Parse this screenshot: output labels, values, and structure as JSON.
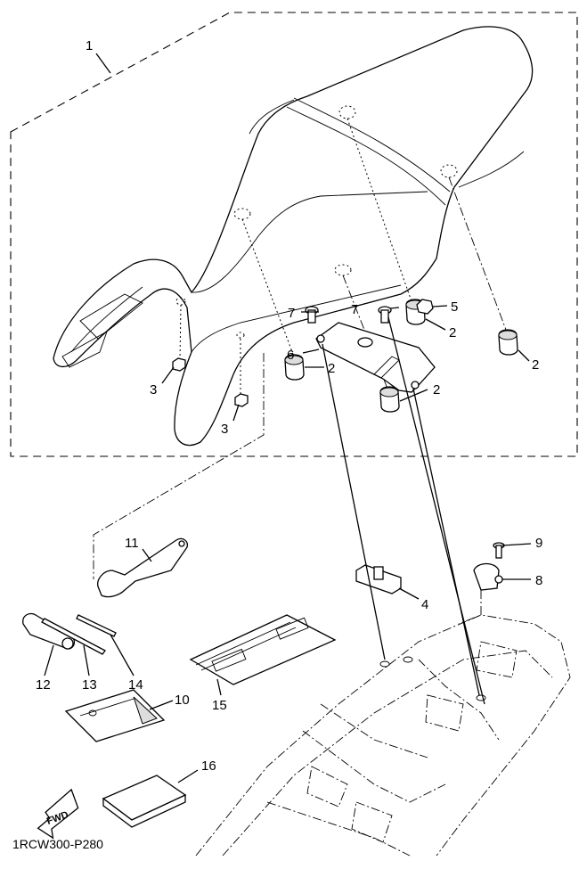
{
  "diagram": {
    "drawing_code": "1RCW300-P280",
    "fwd_label": "FWD",
    "callouts": [
      {
        "id": "c1",
        "text": "1"
      },
      {
        "id": "c2a",
        "text": "2"
      },
      {
        "id": "c2b",
        "text": "2"
      },
      {
        "id": "c2c",
        "text": "2"
      },
      {
        "id": "c2d",
        "text": "2"
      },
      {
        "id": "c3a",
        "text": "3"
      },
      {
        "id": "c3b",
        "text": "3"
      },
      {
        "id": "c4",
        "text": "4"
      },
      {
        "id": "c5",
        "text": "5"
      },
      {
        "id": "c6",
        "text": "6"
      },
      {
        "id": "c7a",
        "text": "7"
      },
      {
        "id": "c7b",
        "text": "7"
      },
      {
        "id": "c8",
        "text": "8"
      },
      {
        "id": "c9",
        "text": "9"
      },
      {
        "id": "c10",
        "text": "10"
      },
      {
        "id": "c11",
        "text": "11"
      },
      {
        "id": "c12",
        "text": "12"
      },
      {
        "id": "c13",
        "text": "13"
      },
      {
        "id": "c14",
        "text": "14"
      },
      {
        "id": "c15",
        "text": "15"
      },
      {
        "id": "c16",
        "text": "16"
      }
    ]
  }
}
